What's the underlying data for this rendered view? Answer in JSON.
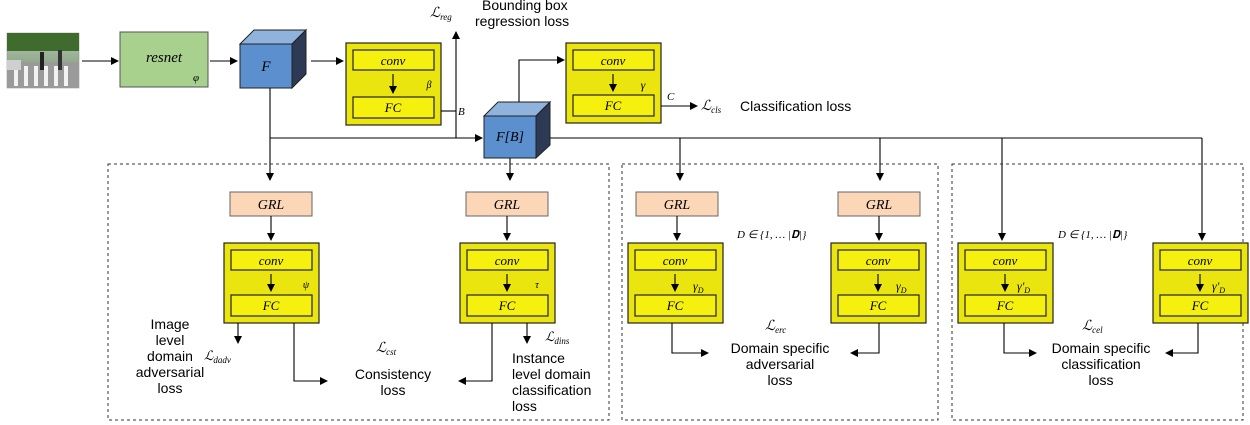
{
  "resnet": {
    "label": "resnet",
    "param": "φ"
  },
  "feature": {
    "F": "F",
    "FB": "F[B]"
  },
  "conv": "conv",
  "fc": "FC",
  "grl": "GRL",
  "params": {
    "beta": "β",
    "gamma": "γ",
    "psi": "ψ",
    "tau": "τ",
    "gammaD": "γ",
    "gammaPrimeD": "γ'",
    "sub_D": "D"
  },
  "branch_labels": {
    "B": "B",
    "C": "C"
  },
  "domain_set": "D ∈ {1, … |𝐃|}",
  "losses": {
    "reg_symbol": "ℒ",
    "reg_sub": "reg",
    "reg_text_1": "Bounding box",
    "reg_text_2": "regression loss",
    "cls_symbol": "ℒ",
    "cls_sub": "cls",
    "cls_text": "Classification loss",
    "dadv_symbol": "ℒ",
    "dadv_sub": "dadv",
    "dadv_text": [
      "Image",
      "level",
      "domain",
      "adversarial",
      "loss"
    ],
    "cst_symbol": "ℒ",
    "cst_sub": "cst",
    "cst_text": [
      "Consistency",
      "loss"
    ],
    "dins_symbol": "ℒ",
    "dins_sub": "dins",
    "dins_text": [
      "Instance",
      "level domain",
      "classification",
      "loss"
    ],
    "erc_symbol": "ℒ",
    "erc_sub": "erc",
    "erc_text": [
      "Domain specific",
      "adversarial",
      "loss"
    ],
    "cel_symbol": "ℒ",
    "cel_sub": "cel",
    "cel_text": [
      "Domain specific",
      "classification",
      "loss"
    ]
  }
}
